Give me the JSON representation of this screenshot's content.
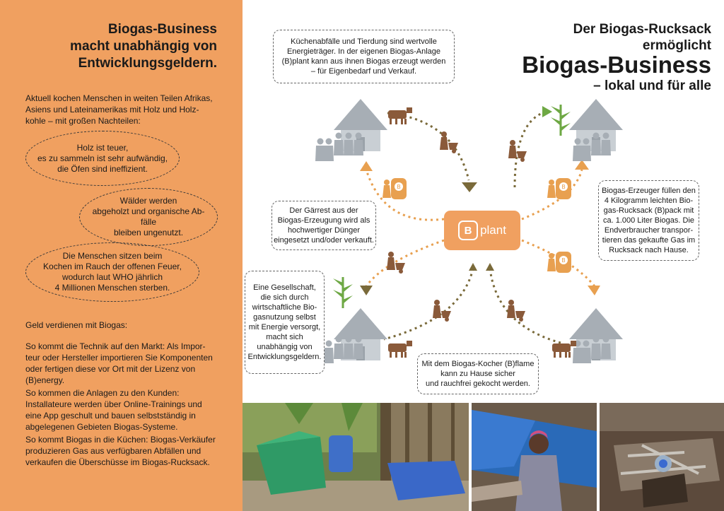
{
  "left": {
    "title": [
      "Biogas-Business",
      "macht unabhängig von",
      "Entwicklungsgeldern."
    ],
    "intro": [
      "Aktuell kochen Menschen in weiten Teilen Afrikas,",
      "Asiens und Lateinamerikas mit Holz und Holz-",
      "kohle – mit großen Nachteilen:"
    ],
    "bubble1": [
      "Holz ist teuer,",
      "es zu sammeln ist sehr aufwändig,",
      "die Öfen sind ineffizient."
    ],
    "bubble2": [
      "Wälder werden",
      "abgeholzt und organische Ab-",
      "fälle",
      "bleiben ungenutzt."
    ],
    "bubble3": [
      "Die Menschen sitzen beim",
      "Kochen im Rauch der offenen Feuer,",
      "wodurch laut WHO jährlich",
      "4 Millionen Menschen sterben."
    ],
    "money_heading": "Geld verdienen mit Biogas:",
    "para1": [
      "So kommt die Technik auf den Markt: Als Impor-",
      "teur oder Hersteller importieren Sie Komponenten",
      "oder fertigen diese vor Ort mit der Lizenz von",
      "(B)energy."
    ],
    "para2": [
      "So kommen die Anlagen zu den Kunden:",
      "Installateure werden über Online-Trainings und",
      "eine App geschult und bauen selbstständig in",
      "abgelegenen Gebieten Biogas-Systeme."
    ],
    "para3": [
      "So kommt Biogas in die Küchen: Biogas-Verkäufer",
      "produzieren Gas aus verfügbaren Abfällen und",
      "verkaufen die Überschüsse im Biogas-Rucksack."
    ]
  },
  "right": {
    "title_line1": "Der Biogas-Rucksack",
    "title_line2": "ermöglicht",
    "title_big": "Biogas-Business",
    "title_line4": "– lokal und für alle",
    "center_logo": {
      "mark": "B",
      "word": "plant"
    },
    "box_top": [
      "Küchenabfälle und Tierdung sind wertvolle",
      "Energieträger. In der eigenen Biogas-Anlage",
      "(B)plant kann aus ihnen Biogas erzeugt werden",
      "– für Eigenbedarf und Verkauf."
    ],
    "box_right": [
      "Biogas-Erzeuger füllen den",
      "4 Kilogramm leichten Bio-",
      "gas-Rucksack (B)pack mit",
      "ca. 1.000 Liter Biogas. Die",
      "Endverbraucher transpor-",
      "tieren das gekaufte Gas im",
      "Rucksack nach Hause."
    ],
    "box_left": [
      "Der Gärrest aus der",
      "Biogas-Erzeugung wird als",
      "hochwertiger Dünger",
      "eingesetzt und/oder verkauft."
    ],
    "box_leftlow": [
      "Eine Gesellschaft,",
      "die sich durch",
      "wirtschaftliche Bio-",
      "gasnutzung selbst",
      "mit Energie versorgt,",
      "macht sich",
      "unabhängig von",
      "Entwicklungsgeldern."
    ],
    "box_bottom": [
      "Mit dem Biogas-Kocher (B)flame",
      "kann zu Hause sicher",
      "und rauchfrei gekocht werden."
    ]
  },
  "colors": {
    "orange": "#f0a060",
    "arrow_brown": "#7a6a3a",
    "arrow_orange": "#e8a050",
    "hut_grey": "#a7aeb5",
    "green": "#6ea844"
  }
}
